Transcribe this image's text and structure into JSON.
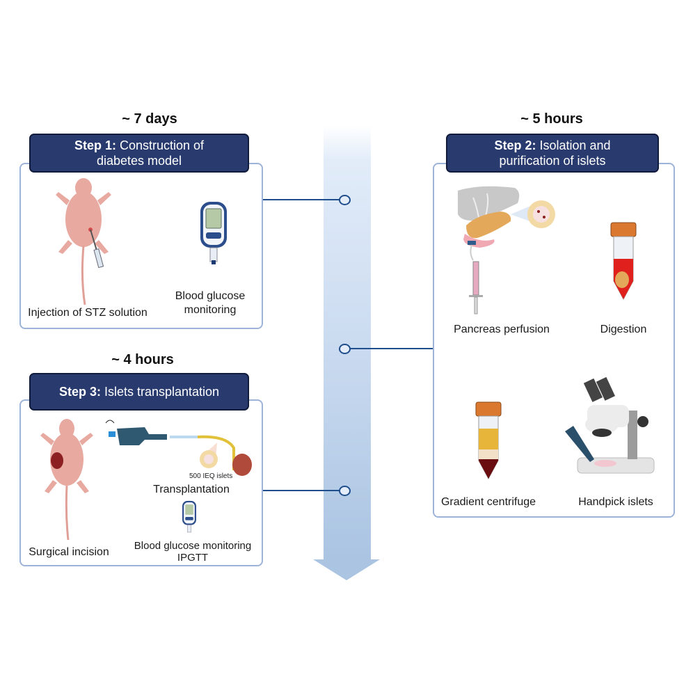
{
  "timeline": {
    "direction_icon": "down-arrow-icon"
  },
  "steps": [
    {
      "duration": "~ 7 days",
      "title_bold": "Step 1:",
      "title_line1": " Construction of",
      "title_line2": "diabetes model",
      "items": [
        {
          "label": "Injection of STZ solution",
          "icon": "mouse-injection-icon"
        },
        {
          "label_line1": "Blood glucose",
          "label_line2": "monitoring",
          "icon": "glucometer-icon"
        }
      ]
    },
    {
      "duration": "~ 5 hours",
      "title_bold": "Step 2:",
      "title_line1": " Isolation and",
      "title_line2": "purification of islets",
      "items": [
        {
          "label": "Pancreas perfusion",
          "icon": "liver-pancreas-syringe-icon"
        },
        {
          "label": "Digestion",
          "icon": "red-tube-icon"
        },
        {
          "label": "Gradient centrifuge",
          "icon": "gradient-tube-icon"
        },
        {
          "label": "Handpick islets",
          "icon": "microscope-icon"
        }
      ]
    },
    {
      "duration": "~ 4 hours",
      "title_bold": "Step 3:",
      "title_line1": " Islets transplantation",
      "items": [
        {
          "label": "Surgical incision",
          "icon": "mouse-kidney-icon"
        },
        {
          "label": "Transplantation",
          "sublabel": "500 IEQ islets",
          "icon": "pipette-kidney-icon"
        },
        {
          "label_line1": "Blood glucose monitoring",
          "label_line2": "IPGTT",
          "icon": "glucometer-icon"
        }
      ]
    }
  ]
}
